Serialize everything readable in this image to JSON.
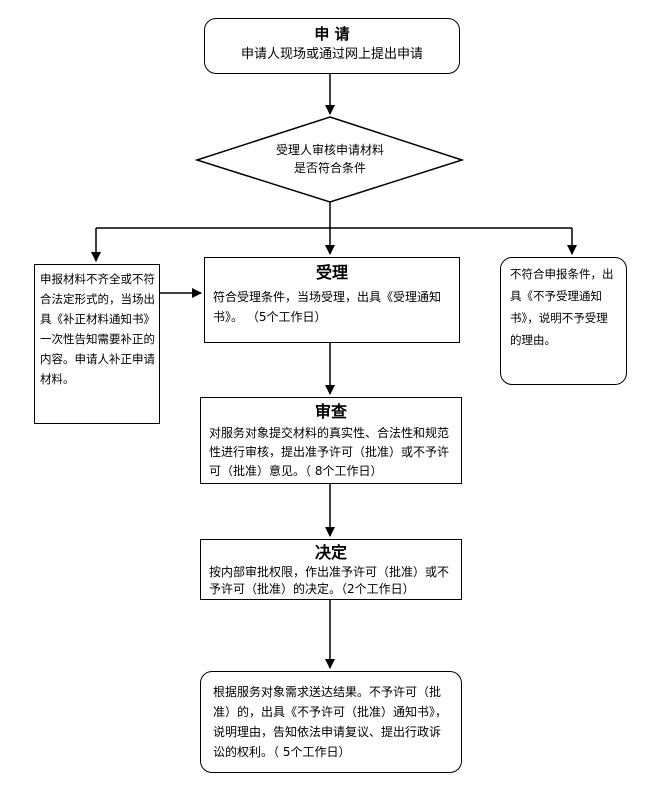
{
  "apply": {
    "title": "申 请",
    "text": "申请人现场或通过网上提出申请"
  },
  "review_decision": {
    "line1": "受理人审核申请材料",
    "line2": "是否符合条件"
  },
  "left_box": {
    "text": "申报材料不齐全或不符合法定形式的，当场出具《补正材料通知书》一次性告知需要补正的内容。申请人补正申请材料。"
  },
  "accept": {
    "title": "受理",
    "text": "符合受理条件，当场受理，出具《受理通知书》。 （5个工作日）"
  },
  "right_box": {
    "text": "不符合申报条件，出具《不予受理通知书》，说明不予受理的理由。"
  },
  "examine": {
    "title": "审查",
    "text": "对服务对象提交材料的真实性、合法性和规范性进行审核，提出准予许可（批准）或不予许可（批准）意见。（ 8个工作日）"
  },
  "decide": {
    "title": "决定",
    "text": "按内部审批权限，作出准予许可（批准）或不予许可（批准）的决定。（2个工作日）"
  },
  "deliver": {
    "text": "根据服务对象需求送达结果。不予许可（批准）的，出具《不予许可（批准）通知书》，说明理由，告知依法申请复议、提出行政诉讼的权利。（ 5个工作日）"
  }
}
